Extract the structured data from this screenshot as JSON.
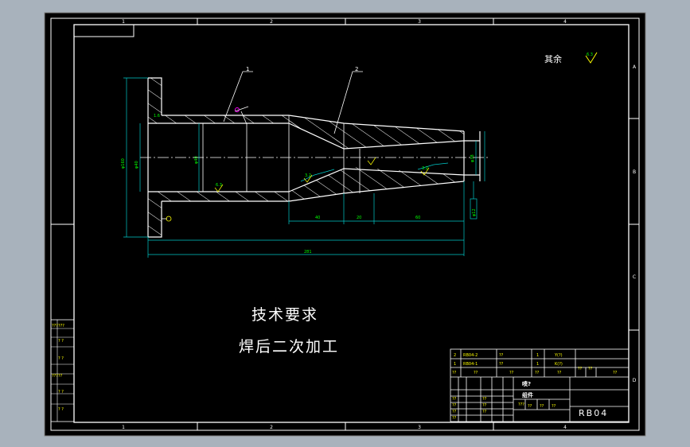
{
  "colors": {
    "background": "#a8b2bc",
    "canvas": "#000000",
    "frame": "#ffffff",
    "geometry": "#ffffff",
    "dimension": "#00c8c8",
    "dimension_text": "#00ff00",
    "centerline": "#ffffff",
    "leader": "#ffffff",
    "symbol_marker": "#ff00ff",
    "block_text": "#ffff00"
  },
  "zone_markers": {
    "top": [
      "1",
      "2",
      "3",
      "4"
    ],
    "bottom": [
      "1",
      "2",
      "3",
      "4"
    ],
    "right": [
      "A",
      "B",
      "C",
      "D"
    ]
  },
  "roughness_note": {
    "label": "其余",
    "value": "6.3"
  },
  "part_callouts": [
    "1",
    "2"
  ],
  "dimensions": {
    "dia_big": "φ160",
    "dia_bore": "φ40",
    "dia_end": "φ38",
    "len_a": "40",
    "len_b": "20",
    "len_c": "60",
    "total": "281",
    "face_size": "φ12"
  },
  "roughness_marks": [
    "6.3",
    "3.2",
    "3.2",
    "1.6"
  ],
  "tech_requirements": {
    "heading": "技术要求",
    "line1": "焊后二次加工"
  },
  "left_strip": [
    "??????",
    "? ?",
    "? ?",
    "?????",
    "? ?",
    "? ?"
  ],
  "bom_rows": [
    {
      "no": "2",
      "code": "RB04-2",
      "name": "??",
      "qty": "1",
      "material": "Y(?)"
    },
    {
      "no": "1",
      "code": "RB04-1",
      "name": "??",
      "qty": "1",
      "material": "K(?)"
    }
  ],
  "bom_header": [
    "??",
    "??",
    "??",
    "??",
    "??",
    "??",
    "??",
    "??"
  ],
  "title_block": {
    "title": "喷?",
    "assembly_label": "组件",
    "drawing_no": "RB04",
    "small_labels": [
      "??",
      "??",
      "??",
      "??",
      "??",
      "??",
      "??",
      "???"
    ],
    "scale_cells": [
      "??",
      "??",
      "??"
    ]
  }
}
